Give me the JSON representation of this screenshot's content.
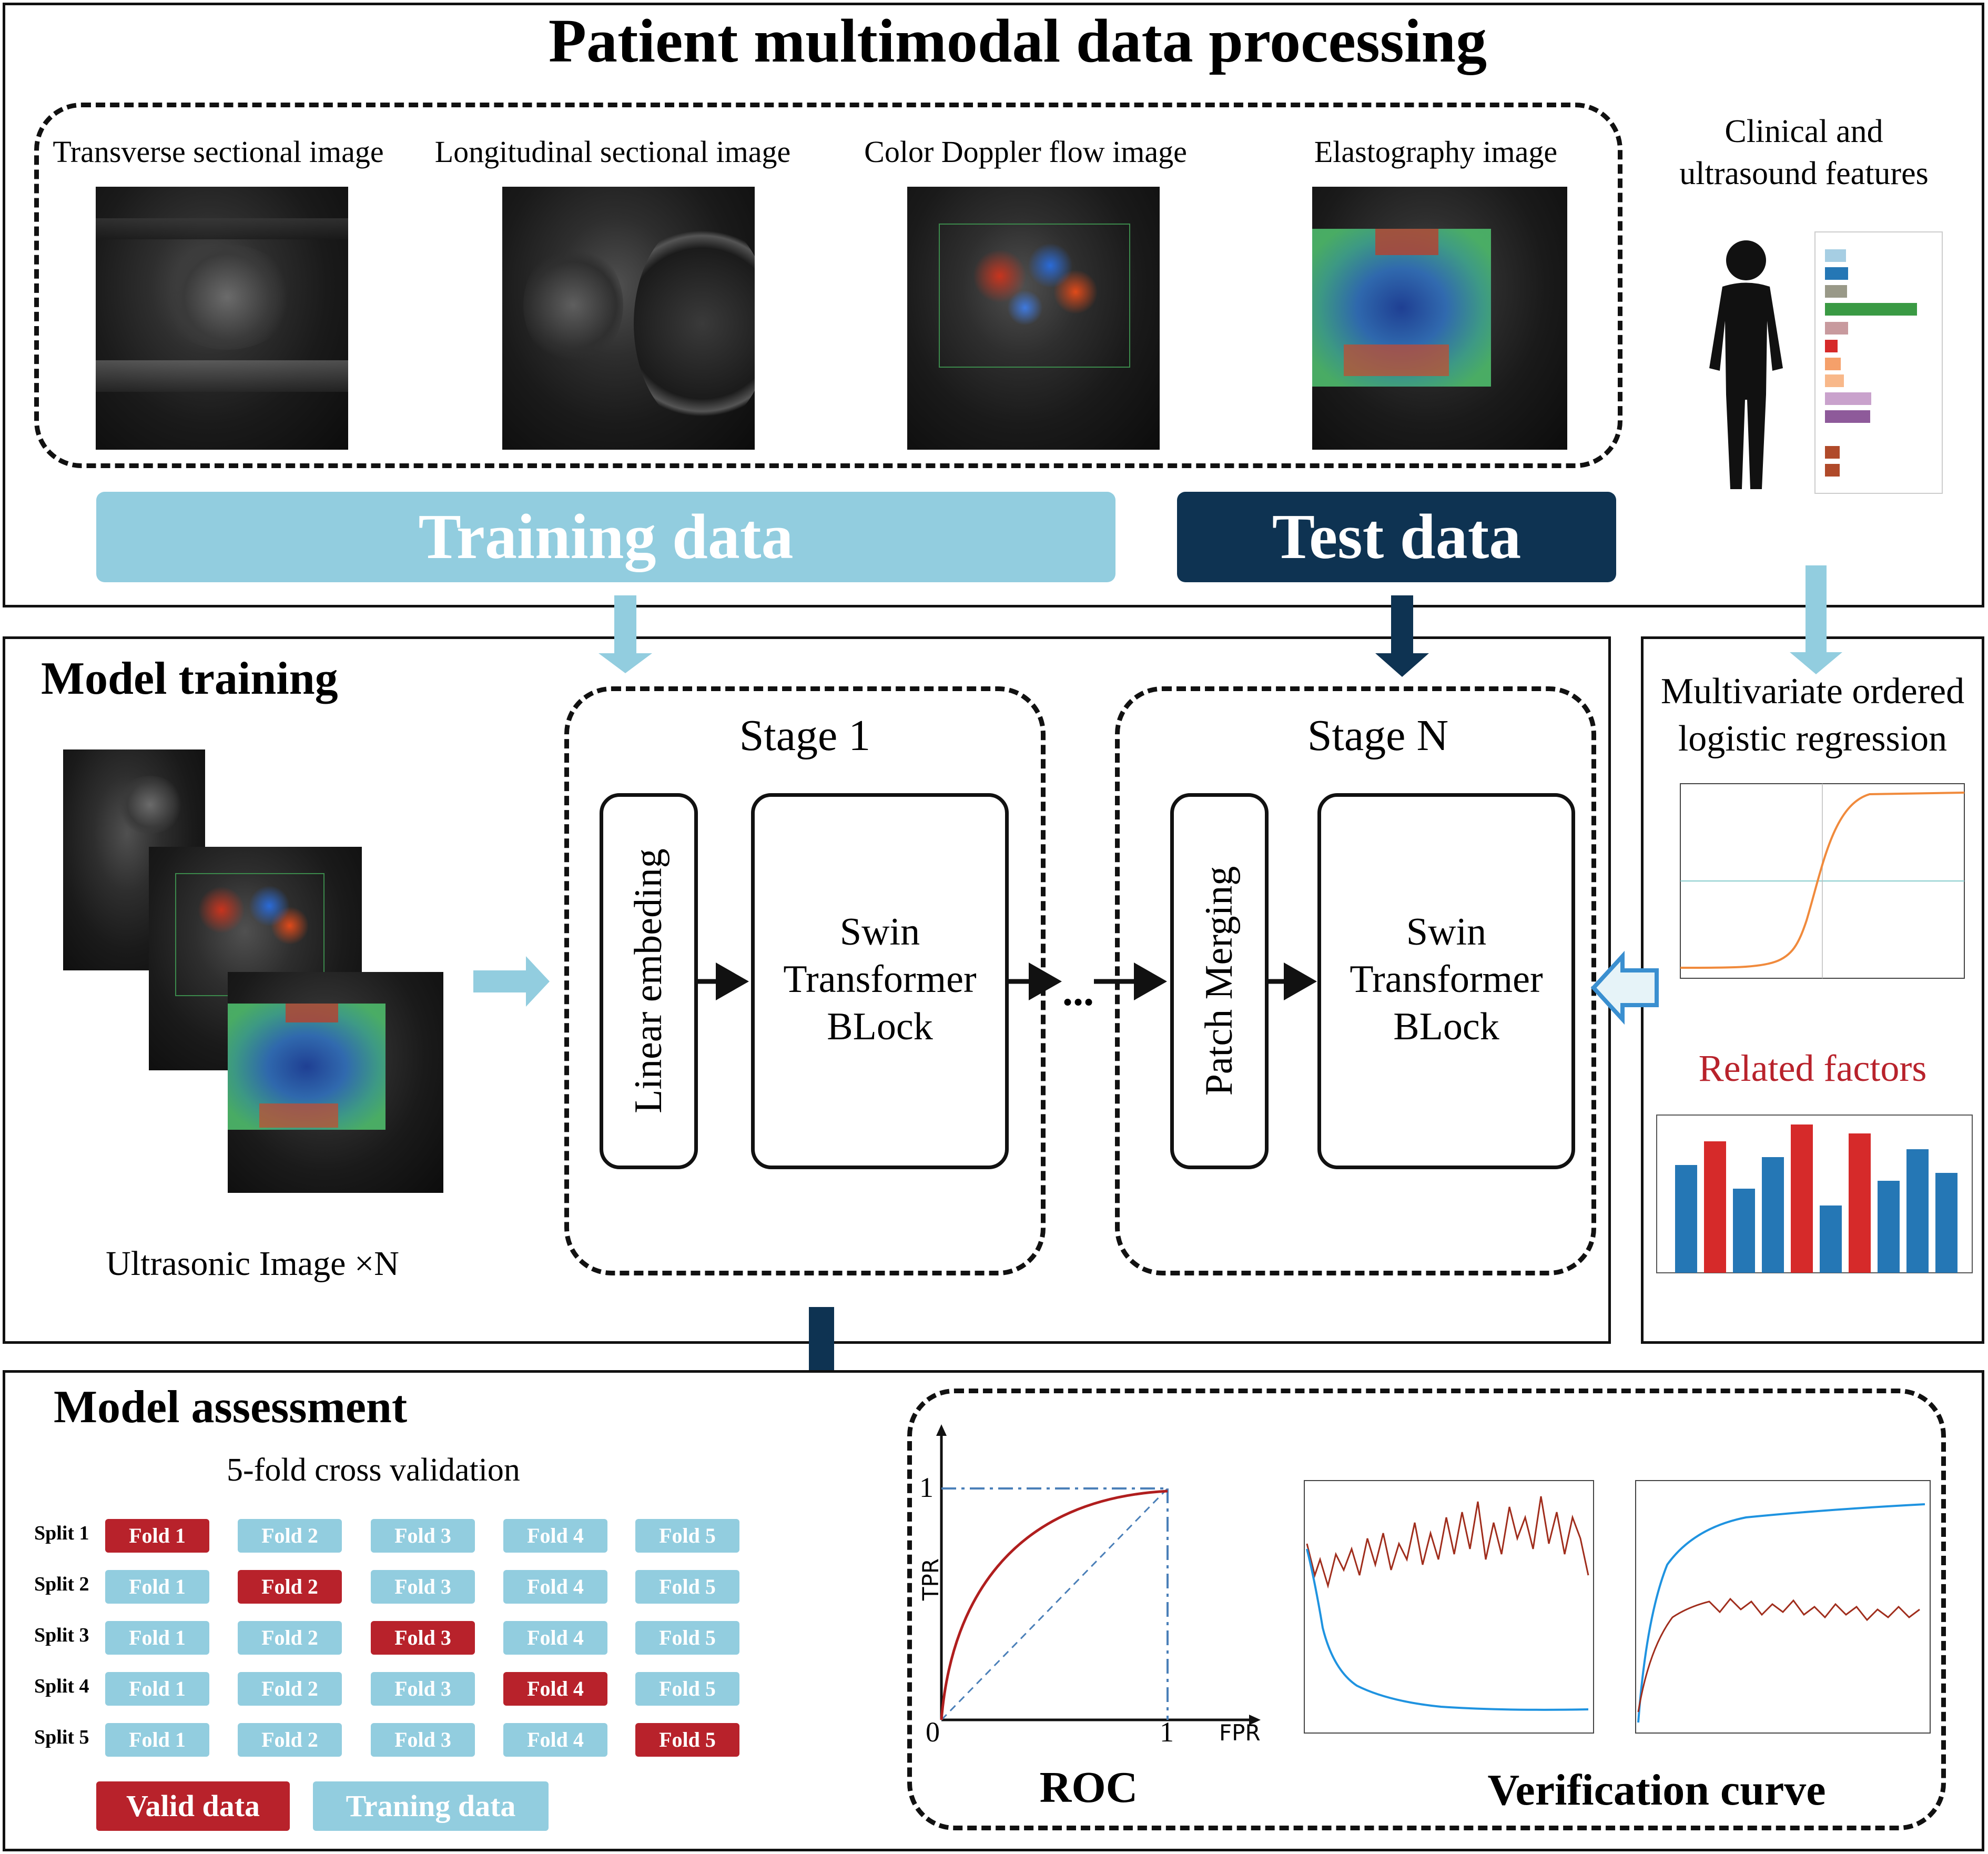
{
  "top": {
    "title": "Patient multimodal data processing",
    "images": [
      {
        "label": "Transverse sectional image"
      },
      {
        "label": "Longitudinal sectional image"
      },
      {
        "label": "Color Doppler flow image"
      },
      {
        "label": "Elastography image"
      }
    ],
    "clinical_label_line1": "Clinical and",
    "clinical_label_line2": "ultrasound features",
    "training_banner": "Training data",
    "test_banner": "Test data"
  },
  "training": {
    "title": "Model training",
    "image_caption": "Ultrasonic Image ×N",
    "stage1_title": "Stage 1",
    "stage1_embed": "Linear embeding",
    "stageN_title": "Stage N",
    "stageN_merge": "Patch Merging",
    "swin_line1": "Swin",
    "swin_line2": "Transformer",
    "swin_line3": "BLock",
    "ellipsis": "..."
  },
  "regression": {
    "title_line1": "Multivariate ordered",
    "title_line2": "logistic regression",
    "related": "Related factors"
  },
  "assessment": {
    "title": "Model assessment",
    "cv_title": "5-fold cross validation",
    "splits": [
      "Split 1",
      "Split 2",
      "Split 3",
      "Split 4",
      "Split 5"
    ],
    "folds": [
      "Fold 1",
      "Fold 2",
      "Fold 3",
      "Fold 4",
      "Fold 5"
    ],
    "valid_legend": "Valid data",
    "train_legend": "Traning data",
    "roc_title": "ROC",
    "roc_tpr": "TPR",
    "roc_fpr": "FPR",
    "roc_one_y": "1",
    "roc_one_x": "1",
    "roc_zero": "0",
    "verification_title": "Verification curve"
  },
  "colors": {
    "light_blue": "#92cddf",
    "navy": "#0e3352",
    "red": "#b8222b",
    "chart_blue": "#2577b5"
  }
}
